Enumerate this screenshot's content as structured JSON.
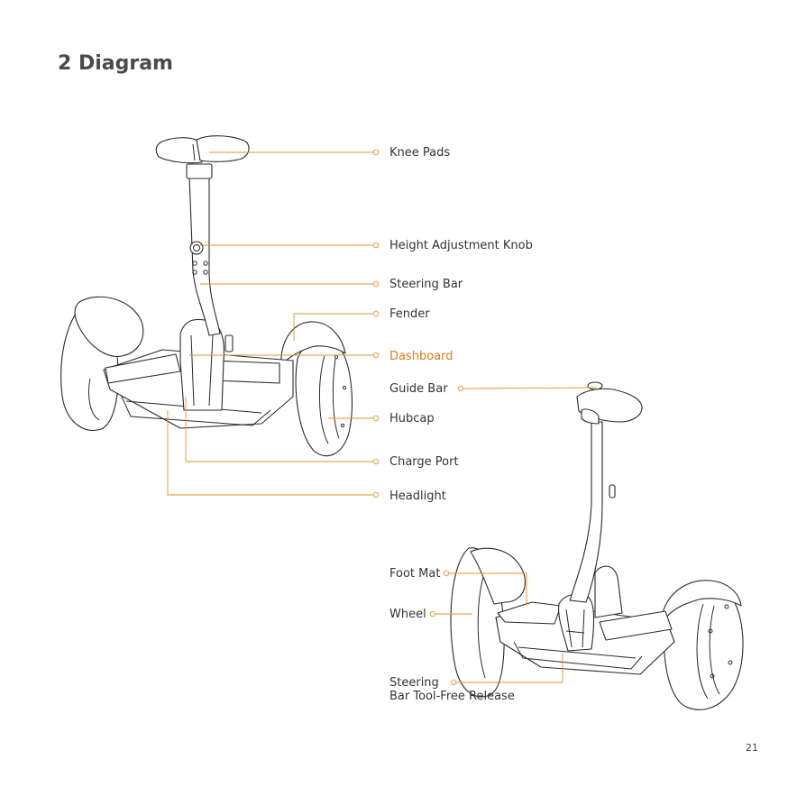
{
  "heading": "2 Diagram",
  "page_number": "21",
  "accent_color": "#e8912c",
  "labels": {
    "knee_pads": "Knee Pads",
    "height_adjustment_knob": "Height Adjustment Knob",
    "steering_bar": "Steering Bar",
    "fender": "Fender",
    "dashboard": "Dashboard",
    "guide_bar": "Guide Bar",
    "hubcap": "Hubcap",
    "charge_port": "Charge Port",
    "headlight": "Headlight",
    "foot_mat": "Foot Mat",
    "wheel": "Wheel",
    "steering_release_line1": "Steering",
    "steering_release_line2": "Bar Tool-Free Release"
  }
}
